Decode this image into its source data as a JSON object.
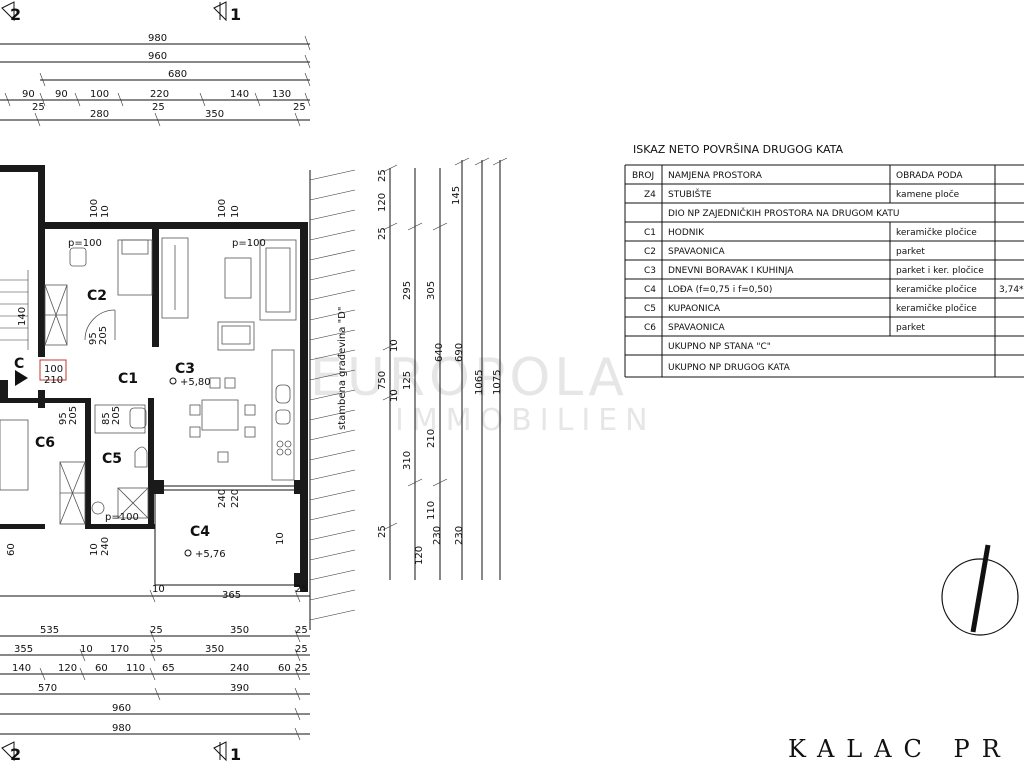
{
  "section_marks": {
    "left": "2",
    "right": "1"
  },
  "top_dims": {
    "row1": [
      "980"
    ],
    "row2": [
      "960"
    ],
    "row3": [
      "680"
    ],
    "row4": [
      "90",
      "90",
      "100",
      "220",
      "140",
      "130"
    ],
    "row5": [
      "280",
      "350"
    ],
    "small": [
      "25",
      "25",
      "25"
    ]
  },
  "bottom_dims": {
    "row1": [
      "535",
      "25",
      "350",
      "25"
    ],
    "row2": [
      "355",
      "10",
      "170",
      "25",
      "350",
      "25"
    ],
    "row3": [
      "140",
      "120",
      "60",
      "110",
      "65",
      "240",
      "60",
      "25"
    ],
    "row4": [
      "570",
      "390"
    ],
    "row5": [
      "960"
    ],
    "row6": [
      "980"
    ],
    "extra": [
      "10",
      "365",
      "25"
    ]
  },
  "right_dims": {
    "col_a": [
      "25",
      "120",
      "25",
      "295",
      "10",
      "125",
      "10",
      "310",
      "25",
      "120"
    ],
    "col_b": [
      "145",
      "305",
      "210",
      "110",
      "230"
    ],
    "col_c": [
      "640",
      "230"
    ],
    "col_d": [
      "690",
      "750"
    ],
    "col_e": [
      "1065"
    ],
    "col_f": [
      "1075"
    ]
  },
  "rooms": [
    {
      "id": "c2",
      "label": "C2"
    },
    {
      "id": "c1",
      "label": "C1"
    },
    {
      "id": "c3",
      "label": "C3"
    },
    {
      "id": "c5",
      "label": "C5"
    },
    {
      "id": "c6",
      "label": "C6"
    },
    {
      "id": "c4",
      "label": "C4"
    },
    {
      "id": "c_apt",
      "label": "C"
    }
  ],
  "annotations": {
    "p100_a": "p=100",
    "p100_b": "p=100",
    "p100_c": "p=100",
    "level_c3": "+5,80",
    "level_c4": "+5,76",
    "door_100": "100",
    "door_210": "210",
    "d95_205": "95\n205",
    "neighbor": "stambena građevina \"D\""
  },
  "interior_dims": [
    "100",
    "10",
    "100",
    "10",
    "95",
    "205",
    "85",
    "205",
    "95",
    "205",
    "140",
    "60",
    "10",
    "240",
    "240",
    "220",
    "10",
    "10"
  ],
  "table": {
    "title": "ISKAZ NETO POVRŠINA DRUGOG KATA",
    "headers": [
      "BROJ",
      "NAMJENA PROSTORA",
      "OBRADA PODA"
    ],
    "rows": [
      {
        "num": "Z4",
        "name": "STUBIŠTE",
        "floor": "kamene ploče",
        "area": ""
      },
      {
        "num": "",
        "name": "DIO NP ZAJEDNIČKIH PROSTORA NA DRUGOM KATU",
        "floor": "",
        "area": ""
      },
      {
        "num": "C1",
        "name": "HODNIK",
        "floor": "keramičke pločice",
        "area": ""
      },
      {
        "num": "C2",
        "name": "SPAVAONICA",
        "floor": "parket",
        "area": ""
      },
      {
        "num": "C3",
        "name": "DNEVNI BORAVAK I KUHINJA",
        "floor": "parket i ker. pločice",
        "area": ""
      },
      {
        "num": "C4",
        "name": "LOĐA (f=0,75 i f=0,50)",
        "floor": "keramičke pločice",
        "area": "3,74*"
      },
      {
        "num": "C5",
        "name": "KUPAONICA",
        "floor": "keramičke pločice",
        "area": ""
      },
      {
        "num": "C6",
        "name": "SPAVAONICA",
        "floor": "parket",
        "area": ""
      },
      {
        "num": "",
        "name": "UKUPNO NP STANA \"C\"",
        "floor": "",
        "area": ""
      },
      {
        "num": "",
        "name": "UKUPNO NP DRUGOG KATA",
        "floor": "",
        "area": ""
      }
    ]
  },
  "watermark": {
    "line1": "EUROPOLA",
    "line2": "IMMOBILIEN"
  },
  "title_block": {
    "brand": "KALAC PR"
  },
  "colors": {
    "ink": "#111111",
    "wall": "#1a1a1a",
    "door_accent": "#c0392b",
    "watermark": "#e6e6e6",
    "paper": "#ffffff"
  }
}
